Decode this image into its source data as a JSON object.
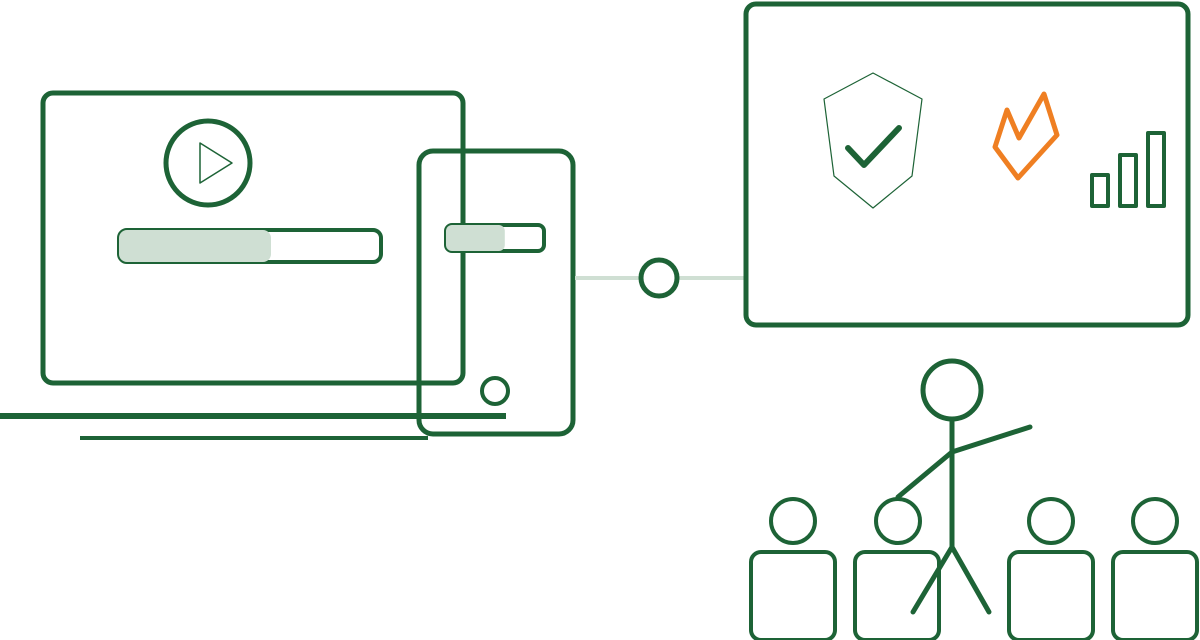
{
  "illustration": {
    "colors": {
      "primary": "#1d6336",
      "light": "#cfdfd3",
      "accent": "#ef7f22",
      "background": "#ffffff"
    },
    "laptop": {
      "icon": "play-icon",
      "progress_fraction": 0.58
    },
    "phone": {
      "progress_fraction": 0.6
    },
    "dashboard": {
      "icons": [
        "shield-check-icon",
        "flame-icon",
        "signal-bars-icon"
      ],
      "signal_bar_count": 3
    },
    "audience": {
      "presenter_count": 1,
      "seated_count": 4
    }
  }
}
